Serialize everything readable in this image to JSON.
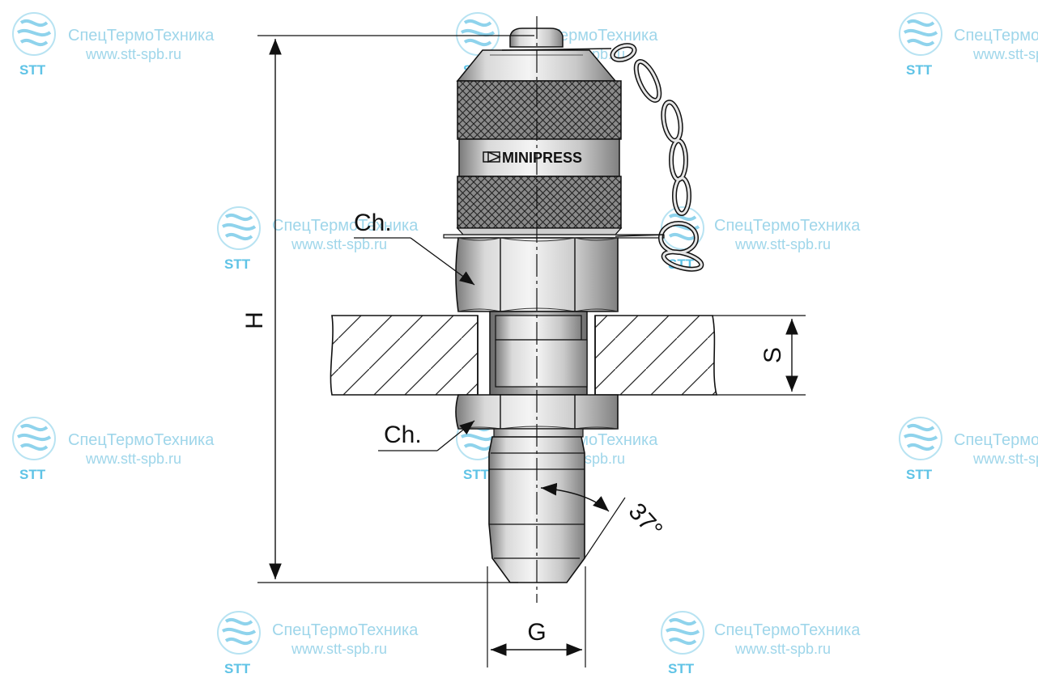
{
  "watermark": {
    "company": "СпецТермоТехника",
    "url": "www.stt-spb.ru",
    "abbr": "STT",
    "color": "#9fd6ea"
  },
  "labels": {
    "height": "H",
    "thickness": "S",
    "thread": "G",
    "chamfer_top": "Ch.",
    "chamfer_bottom": "Ch.",
    "angle": "37°",
    "brand": "MINIPRESS"
  }
}
